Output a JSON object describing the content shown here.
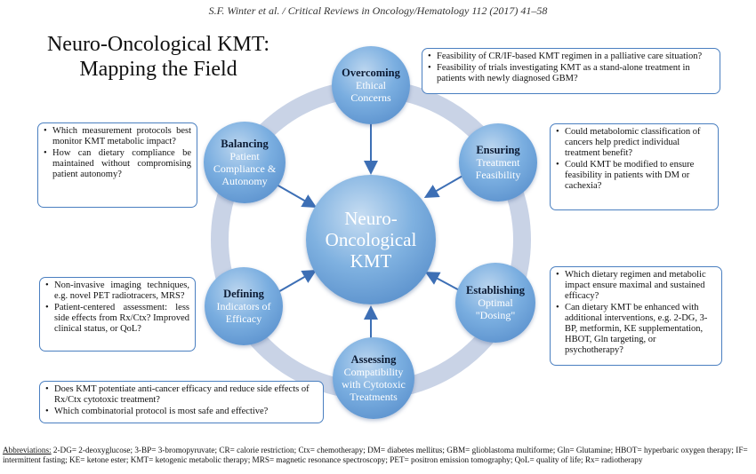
{
  "header": "S.F. Winter et al. / Critical Reviews in Oncology/Hematology 112 (2017) 41–58",
  "title_lines": [
    "Neuro-Oncological KMT:",
    "Mapping the Field"
  ],
  "center": {
    "lines": [
      "Neuro-",
      "Oncological",
      "KMT"
    ]
  },
  "nodes": [
    {
      "bold": "Overcoming",
      "sub": [
        "Ethical",
        "Concerns"
      ]
    },
    {
      "bold": "Ensuring",
      "sub": [
        "Treatment",
        "Feasibility"
      ]
    },
    {
      "bold": "Establishing",
      "sub": [
        "Optimal",
        "\"Dosing\""
      ]
    },
    {
      "bold": "Assessing",
      "sub": [
        "Compatibility",
        "with Cytotoxic",
        "Treatments"
      ]
    },
    {
      "bold": "Defining",
      "sub": [
        "Indicators of",
        "Efficacy"
      ]
    },
    {
      "bold": "Balancing",
      "sub": [
        "Patient",
        "Compliance &",
        "Autonomy"
      ]
    }
  ],
  "boxes": {
    "ethical": [
      "Feasibility of CR/IF-based KMT regimen in a palliative care situation?",
      "Feasibility of trials investigating KMT as a stand-alone treatment in patients with newly diagnosed GBM?"
    ],
    "feasibility": [
      "Could metabolomic classification of cancers help predict individual treatment benefit?",
      "Could KMT be modified to ensure feasibility in patients with DM or cachexia?"
    ],
    "dosing": [
      "Which dietary regimen and metabolic impact ensure maximal and sustained efficacy?",
      "Can dietary KMT be enhanced with additional interventions, e.g. 2-DG, 3-BP, metformin, KE supplementation, HBOT, Gln targeting, or psychotherapy?"
    ],
    "cytotoxic": [
      "Does KMT potentiate anti-cancer efficacy and reduce side effects of Rx/Ctx cytotoxic treatment?",
      "Which combinatorial protocol is most safe and effective?"
    ],
    "efficacy": [
      "Non-invasive imaging techniques, e.g. novel PET radiotracers, MRS?",
      "Patient-centered assessment: less side effects from Rx/Ctx? Improved clinical status, or QoL?"
    ],
    "compliance": [
      "Which measurement protocols best monitor KMT metabolic impact?",
      "How can dietary compliance be maintained without compromising patient autonomy?"
    ]
  },
  "abbreviations": {
    "label": "Abbreviations:",
    "text": " 2-DG= 2-deoxyglucose; 3-BP= 3-bromopyruvate; CR= calorie restriction; Ctx= chemotherapy; DM= diabetes mellitus; GBM= glioblastoma multiforme; Gln= Glutamine; HBOT= hyperbaric oxygen therapy; IF= intermittent fasting; KE= ketone ester; KMT= ketogenic metabolic therapy; MRS= magnetic resonance spectroscopy; PET= positron emission tomography; QoL= quality of life; Rx= radiotherapy"
  },
  "colors": {
    "ring": "#c9d3e6",
    "arrow": "#3d6fb5",
    "node": "#5b8fcf",
    "box_border": "#4a7fc0"
  }
}
